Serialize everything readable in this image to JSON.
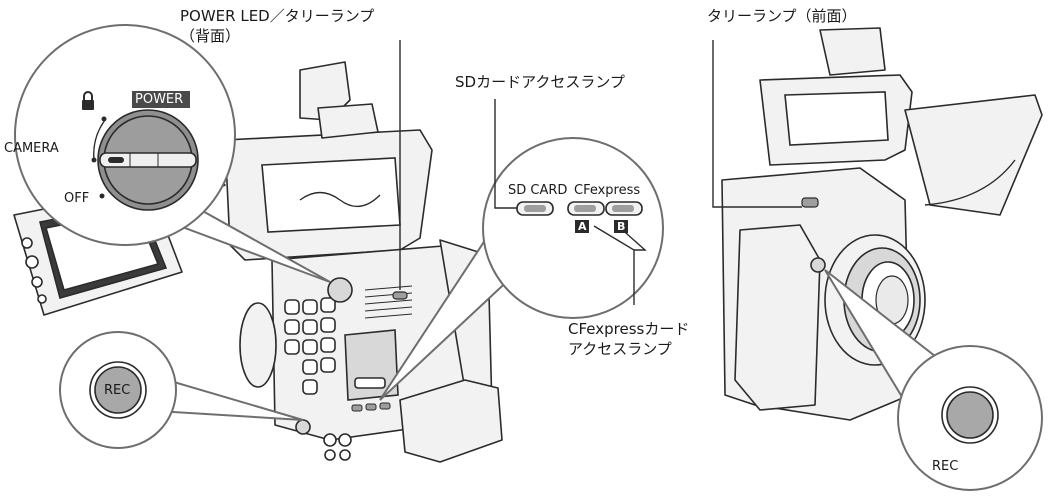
{
  "labels": {
    "power_led_line1": "POWER LED／タリーランプ",
    "power_led_line2": "（背面）",
    "sd_access_lamp": "SDカードアクセスランプ",
    "tally_front": "タリーランプ（前面）",
    "cfexpress_lamp_line1": "CFexpressカード",
    "cfexpress_lamp_line2": "アクセスランプ",
    "switch_lock": "",
    "switch_camera": "CAMERA",
    "switch_off": "OFF",
    "switch_power": "POWER",
    "callout_sd_card": "SD CARD",
    "callout_cfexpress": "CFexpress",
    "slot_a": "A",
    "slot_b": "B",
    "rec_left": "REC",
    "rec_right": "REC"
  },
  "colors": {
    "line": "#2b2b2b",
    "fill_light": "#f2f2f2",
    "fill_mid": "#d8d8d8",
    "fill_dark": "#9a9a9a",
    "rec_button": "#a8a8a8",
    "lamp": "#9e9e9e"
  }
}
